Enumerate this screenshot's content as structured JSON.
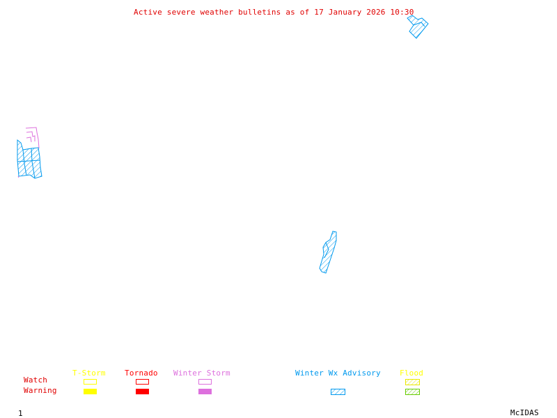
{
  "title": "Active severe weather bulletins as of 17 January 2026 10:30",
  "colors": {
    "title": "#e00000",
    "tstorm": "#ffff00",
    "tornado": "#ff0000",
    "winter_storm": "#dd70dd",
    "winter_wx_advisory": "#0099ee",
    "flood_watch": "#ffff00",
    "flood_warning": "#66cc00",
    "footer": "#000000"
  },
  "legend": {
    "row_labels": {
      "watch": "Watch",
      "warning": "Warning"
    },
    "columns": [
      {
        "key": "tstorm",
        "label": "T-Storm",
        "watch": "outline",
        "warning": "filled"
      },
      {
        "key": "tornado",
        "label": "Tornado",
        "watch": "outline",
        "warning": "filled"
      },
      {
        "key": "winter_storm",
        "label": "Winter Storm",
        "watch": "outline",
        "warning": "filled"
      },
      {
        "key": "winter_wx_advisory",
        "label": "Winter Wx Advisory",
        "watch": "none",
        "warning": "hatched"
      },
      {
        "key": "flood",
        "label": "Flood",
        "watch": "hatched",
        "warning": "hatched"
      }
    ]
  },
  "map_areas": [
    {
      "type": "winter_wx_advisory",
      "region": "top-center-right"
    },
    {
      "type": "winter_wx_advisory",
      "region": "left-edge"
    },
    {
      "type": "winter_storm",
      "region": "left-edge"
    },
    {
      "type": "winter_wx_advisory",
      "region": "center-right"
    }
  ],
  "footer": {
    "frame_number": "1",
    "brand": "McIDAS"
  }
}
